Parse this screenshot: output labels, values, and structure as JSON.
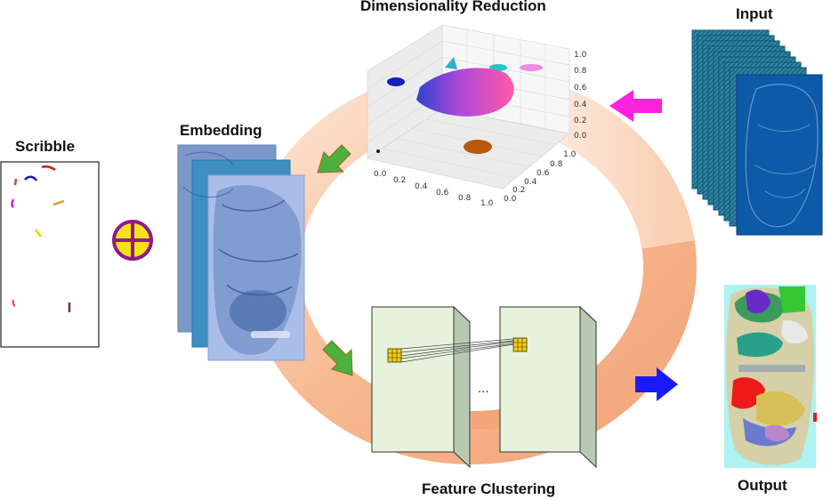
{
  "labels": {
    "dimensionality_reduction": "Dimensionality Reduction",
    "input": "Input",
    "scribble": "Scribble",
    "embedding": "Embedding",
    "feature_clustering": "Feature Clustering",
    "output": "Output",
    "ellipsis": "..."
  },
  "axes": {
    "z_ticks": [
      "1.0",
      "0.8",
      "0.6",
      "0.4",
      "0.2",
      "0.0"
    ],
    "x_ticks": [
      "0.0",
      "0.2",
      "0.4",
      "0.6",
      "0.8",
      "1.0"
    ],
    "y_ticks": [
      "1.0",
      "0.8",
      "0.6",
      "0.4",
      "0.2",
      "0.0"
    ]
  },
  "colors": {
    "ring": "#f6b48e",
    "green_arrow": "#4caf3e",
    "magenta_arrow": "#ff22dd",
    "blue_arrow": "#1a1aff",
    "plus_fill": "#f3e21a",
    "plus_stroke": "#8e1a8e",
    "tissue_blue": "#a9bde6",
    "input_teal": "#1f7d8c",
    "block_face": "#e6f2dc"
  }
}
